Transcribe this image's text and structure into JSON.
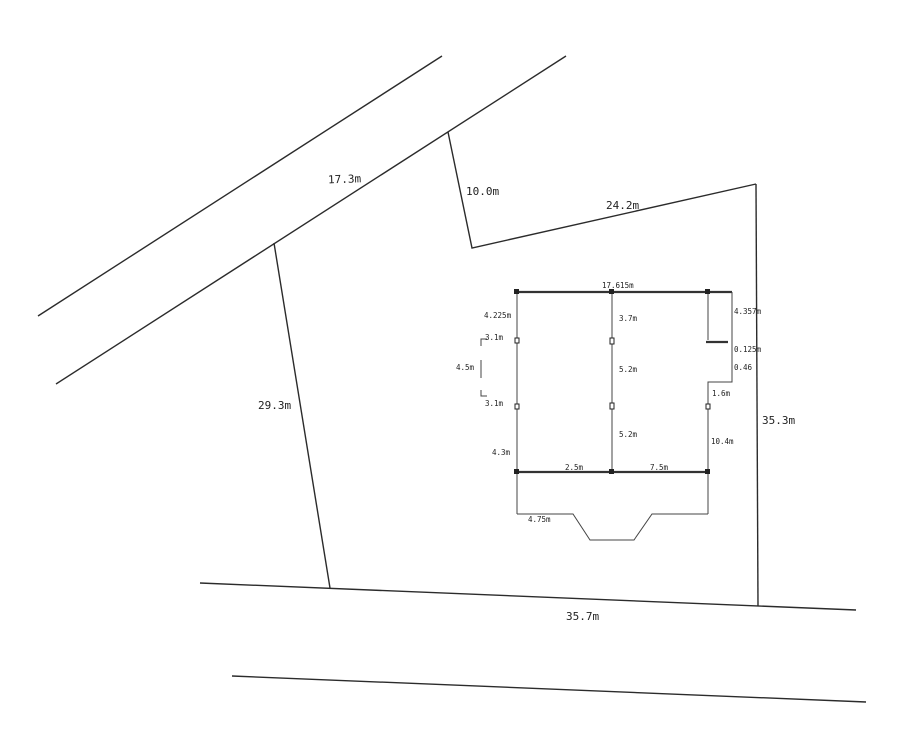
{
  "site": {
    "labels": {
      "road_top": "17.3m",
      "boundary_nw": "10.0m",
      "boundary_ne": "24.2m",
      "boundary_west": "29.3m",
      "boundary_east": "35.3m",
      "boundary_south": "35.7m"
    }
  },
  "house": {
    "labels": {
      "top_width": "17.615m",
      "left_top": "4.225m",
      "dim_3_1_upper": "3.1m",
      "dim_4_5": "4.5m",
      "dim_3_1_lower": "3.1m",
      "left_bottom": "4.3m",
      "mid_top": "3.7m",
      "mid_middle": "5.2m",
      "mid_lower": "5.2m",
      "bottom_left_span": "2.5m",
      "bottom_right_span": "7.5m",
      "front_left": "4.75m",
      "right_top": "4.357m",
      "right_notch": "0.125m",
      "right_step": "0.46",
      "right_short": "1.6m",
      "right_long": "10.4m"
    }
  }
}
